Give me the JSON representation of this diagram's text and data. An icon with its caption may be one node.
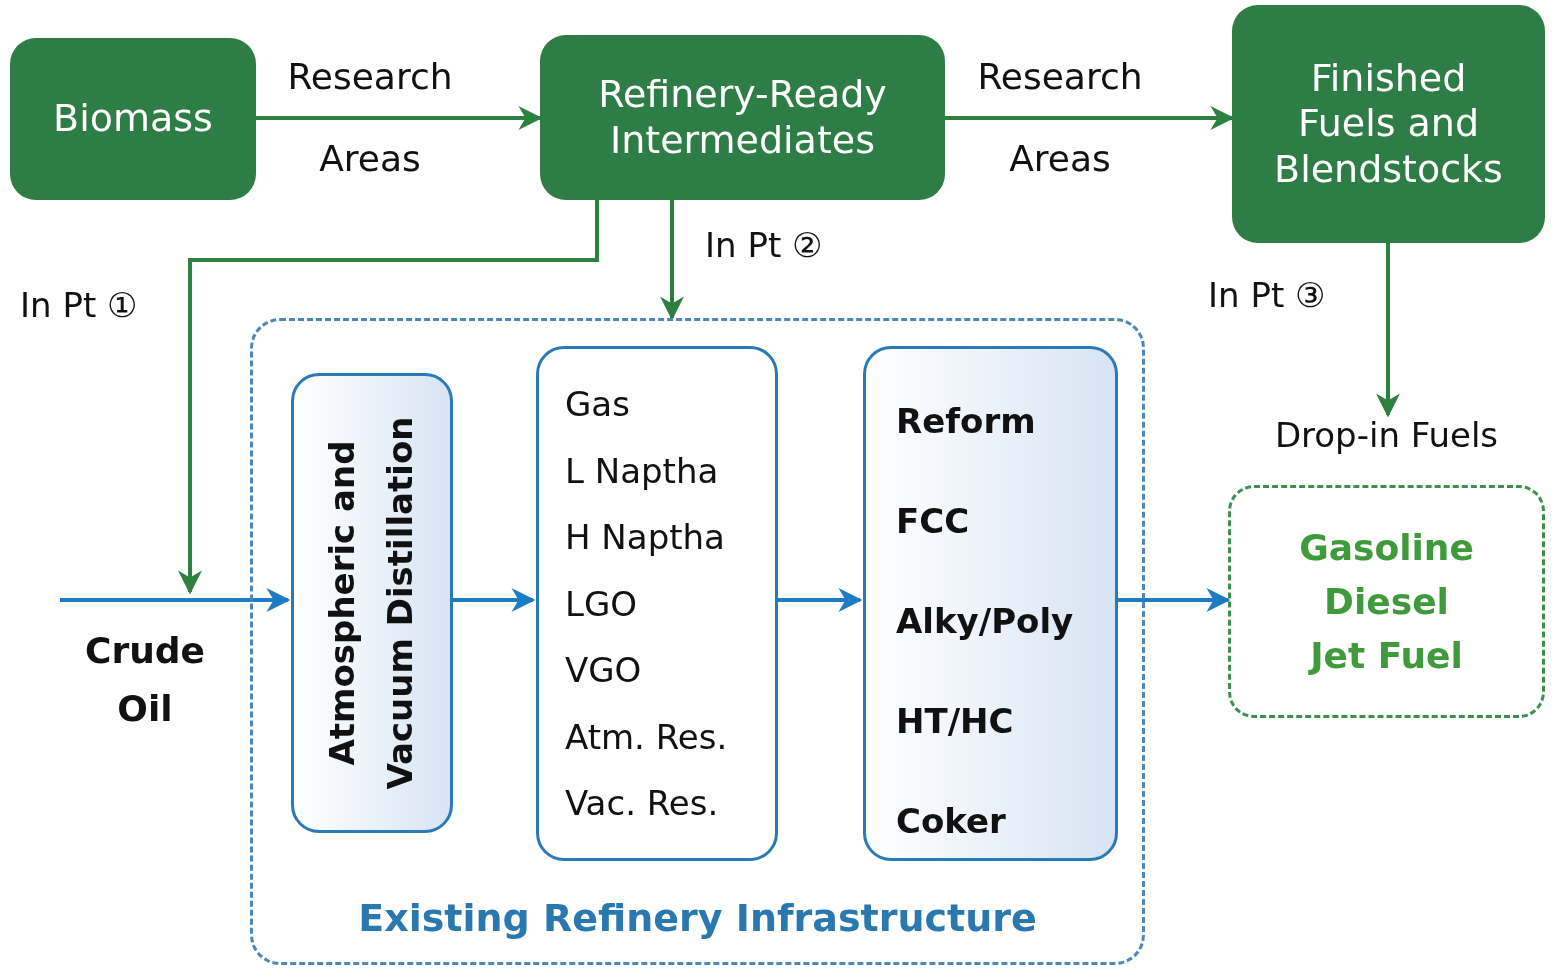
{
  "diagram": {
    "nodes": [
      {
        "text": [
          "Biomass"
        ]
      },
      {
        "text": [
          "Refinery-Ready Intermediates"
        ]
      },
      {
        "text": [
          "Finished Fuels and Blendstocks"
        ]
      },
      {
        "text": [
          "Existing Refinery Infrastructure"
        ]
      },
      {
        "text": [
          "Atmospheric and Vacuum Distillation"
        ],
        "in": 3
      },
      {
        "text": [
          "Gas",
          "L Naptha",
          "H Naptha",
          "LGO",
          "VGO",
          "Atm. Res.",
          "Vac. Res."
        ],
        "in": 3
      },
      {
        "text": [
          "Reform",
          "FCC",
          "Alky/Poly",
          "HT/HC",
          "Coker"
        ],
        "in": 3
      },
      {
        "text": [
          "Drop-in Fuels",
          "Gasoline",
          "Diesel",
          "Jet Fuel"
        ]
      },
      {
        "text": [
          "Crude Oil"
        ]
      }
    ],
    "edges": [
      {
        "from": 0,
        "to": 1,
        "arrow": "to",
        "label": "Research Areas"
      },
      {
        "from": 1,
        "to": 2,
        "arrow": "to",
        "label": "Research Areas"
      },
      {
        "from": 1,
        "to": 8,
        "arrow": "to",
        "label": "In Pt ①"
      },
      {
        "from": 1,
        "to": 3,
        "arrow": "to",
        "label": "In Pt ②"
      },
      {
        "from": 2,
        "to": 7,
        "arrow": "to",
        "label": "In Pt ③"
      },
      {
        "from": 8,
        "to": 4,
        "arrow": "to",
        "color": "#1c7dc4"
      },
      {
        "from": 4,
        "to": 5,
        "arrow": "to",
        "color": "#1c7dc4"
      },
      {
        "from": 5,
        "to": 6,
        "arrow": "to",
        "color": "#1c7dc4"
      },
      {
        "from": 6,
        "to": 7,
        "arrow": "to",
        "color": "#1c7dc4"
      }
    ]
  }
}
